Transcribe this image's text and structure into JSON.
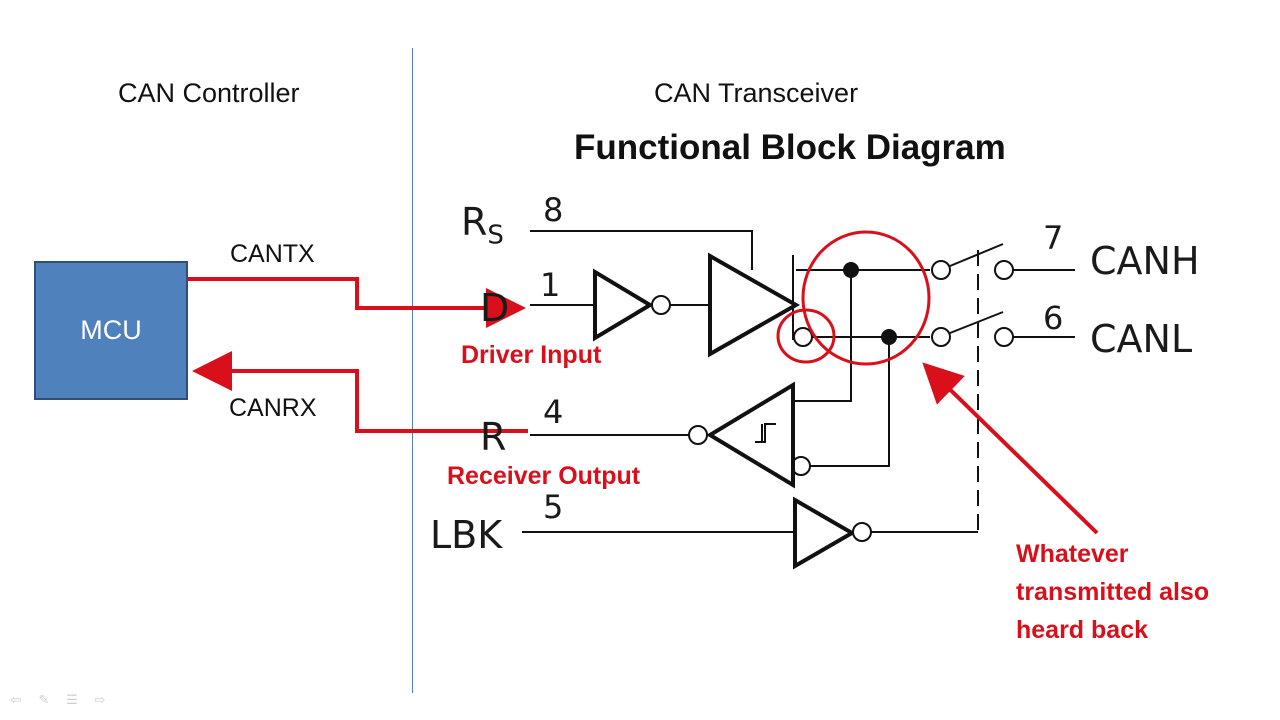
{
  "headings": {
    "controller": "CAN Controller",
    "transceiver": "CAN Transceiver",
    "block_title": "Functional Block Diagram"
  },
  "mcu": {
    "label": "MCU",
    "color": "#4f81bd"
  },
  "signals": {
    "tx": "CANTX",
    "rx": "CANRX"
  },
  "pins": {
    "rs": {
      "label": "R",
      "sub": "S",
      "number": "8"
    },
    "d": {
      "label": "D",
      "number": "1"
    },
    "r": {
      "label": "R",
      "number": "4"
    },
    "lbk": {
      "label": "LBK",
      "number": "5"
    },
    "canh": {
      "label": "CANH",
      "number": "7"
    },
    "canl": {
      "label": "CANL",
      "number": "6"
    }
  },
  "annotations": {
    "driver_input": "Driver Input",
    "receiver_output": "Receiver Output",
    "loopback_line1": "Whatever",
    "loopback_line2": "transmitted also",
    "loopback_line3": "heard back"
  },
  "colors": {
    "annotation": "#d9101b",
    "mcu_border": "#2f4f7a",
    "divider": "#4f81bd"
  },
  "nav_icons": [
    "arrow-left-icon",
    "pen-icon",
    "menu-icon",
    "arrow-right-icon"
  ]
}
